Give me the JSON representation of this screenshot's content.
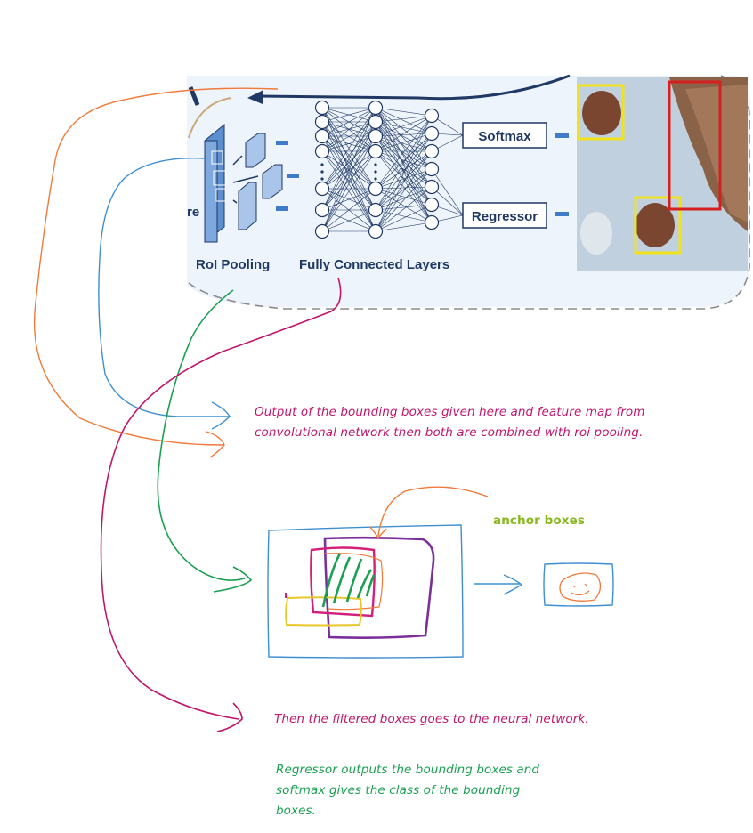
{
  "diagram": {
    "labels": {
      "roi_pooling": "RoI Pooling",
      "fc_layers": "Fully Connected Layers",
      "softmax": "Softmax",
      "regressor": "Regressor",
      "partial_left": "re"
    },
    "notes": {
      "bounding_boxes": "Output of the bounding boxes given here and feature map from convolutional network then both are combined with roi pooling.",
      "bounding_boxes_line1": "Output of the bounding boxes given here and feature map from",
      "bounding_boxes_line2": "convolutional network then both are combined with roi pooling.",
      "anchor_boxes": "anchor boxes",
      "filtered": "Then the filtered boxes goes to the neural network.",
      "regressor_line1": "Regressor outputs the bounding boxes and",
      "regressor_line2": "softmax gives the class of the bounding",
      "regressor_line3": "boxes."
    },
    "colors": {
      "annotation_red": "#c0166c",
      "annotation_green": "#1aa051",
      "annotation_orange": "#f07a3a",
      "annotation_blue": "#3f8fd0",
      "anchor_label": "#88b81e",
      "box_purple": "#7b2f9a",
      "box_yellow": "#e8c72a",
      "figure_navy": "#1f3864",
      "figure_blue": "#5b8fd0"
    }
  }
}
